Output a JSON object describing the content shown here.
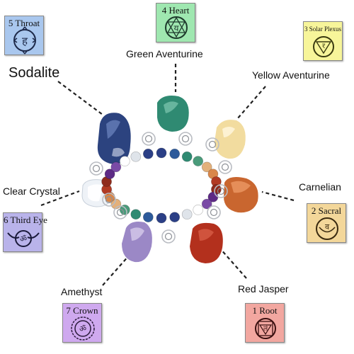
{
  "chakras": [
    {
      "key": "throat",
      "badge_text": "5 Throat",
      "stone": "Sodalite",
      "color": "#a9c7ee"
    },
    {
      "key": "heart",
      "badge_text": "4 Heart",
      "stone": "Green Aventurine",
      "color": "#9fe7b0"
    },
    {
      "key": "solar",
      "badge_text": "3 Solar Plexus",
      "stone": "Yellow Aventurine",
      "color": "#f7f59a"
    },
    {
      "key": "sacral",
      "badge_text": "2 Sacral",
      "stone": "Carnelian",
      "color": "#f3d79a"
    },
    {
      "key": "root",
      "badge_text": "1 Root",
      "stone": "Red Jasper",
      "color": "#f2a7a0"
    },
    {
      "key": "crown",
      "badge_text": "7 Crown",
      "stone": "Amethyst",
      "color": "#cfa9ef"
    },
    {
      "key": "thirdeye",
      "badge_text": "6 Third Eye",
      "stone": "Clear Crystal",
      "color": "#b9b3ea"
    }
  ],
  "colors": {
    "line": "#222222",
    "sodalite": "#2a3f7a",
    "green": "#2f8a72",
    "yellow": "#f0dca0",
    "carnelian": "#c8642e",
    "jasper": "#b5301e",
    "amethyst": "#9a86c4",
    "crystal": "#e9eef4",
    "charm": "#b9bcc2"
  },
  "icons": {
    "throat": "throat-chakra-icon",
    "heart": "heart-chakra-icon",
    "solar": "solar-plexus-chakra-icon",
    "sacral": "sacral-chakra-icon",
    "root": "root-chakra-icon",
    "crown": "crown-chakra-icon",
    "thirdeye": "third-eye-chakra-icon"
  }
}
